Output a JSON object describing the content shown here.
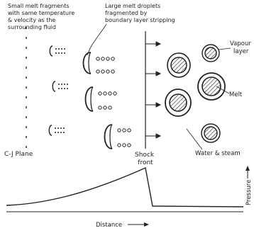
{
  "annotations": {
    "small_fragments": [
      "Small melt fragments",
      "with same temperature",
      "& velocity as the",
      "surrounding fluid"
    ],
    "large_droplets": [
      "Large melt droplets",
      "fragmented by",
      "boundary layer stripping"
    ],
    "vapour_layer": [
      "Vapour",
      "layer"
    ],
    "melt": "Melt",
    "water_steam": "Water & steam",
    "cj_plane": "C-J Plane",
    "shock_front": [
      "Shock",
      "front"
    ]
  },
  "axes": {
    "xlabel": "Distance",
    "ylabel": "Pressure"
  }
}
